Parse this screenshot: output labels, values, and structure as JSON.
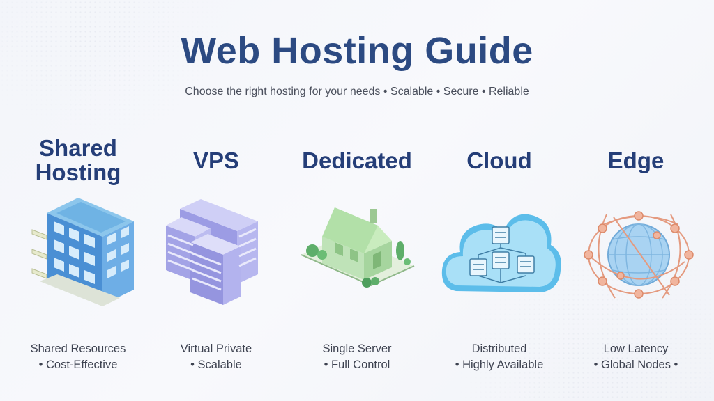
{
  "title": "Web Hosting Guide",
  "subtitle": "Choose the right hosting for your needs • Scalable • Secure • Reliable",
  "columns": [
    {
      "title": [
        "Shared",
        "Hosting"
      ],
      "line1": "Shared Resources",
      "line2": "• Cost-Effective"
    },
    {
      "title": [
        "VPS"
      ],
      "line1": "Virtual Private",
      "line2": "• Scalable"
    },
    {
      "title": [
        "Dedicated"
      ],
      "line1": "Single Server",
      "line2": "• Full Control"
    },
    {
      "title": [
        "Cloud"
      ],
      "line1": "Distributed",
      "line2": "• Highly Available"
    },
    {
      "title": [
        "Edge"
      ],
      "line1": "Low Latency",
      "line2": "• Global Nodes •"
    }
  ],
  "colors": {
    "title": "#2c4a82",
    "column_title": "#253e78",
    "shared": "#5b9bd5",
    "vps": "#a9a9ea",
    "dedicated": "#a8dba8",
    "cloud": "#7fcdf0",
    "edge": "#e9957a"
  },
  "icons": [
    "apartment-building-icon",
    "server-buildings-icon",
    "house-icon",
    "cloud-servers-icon",
    "globe-network-icon"
  ]
}
